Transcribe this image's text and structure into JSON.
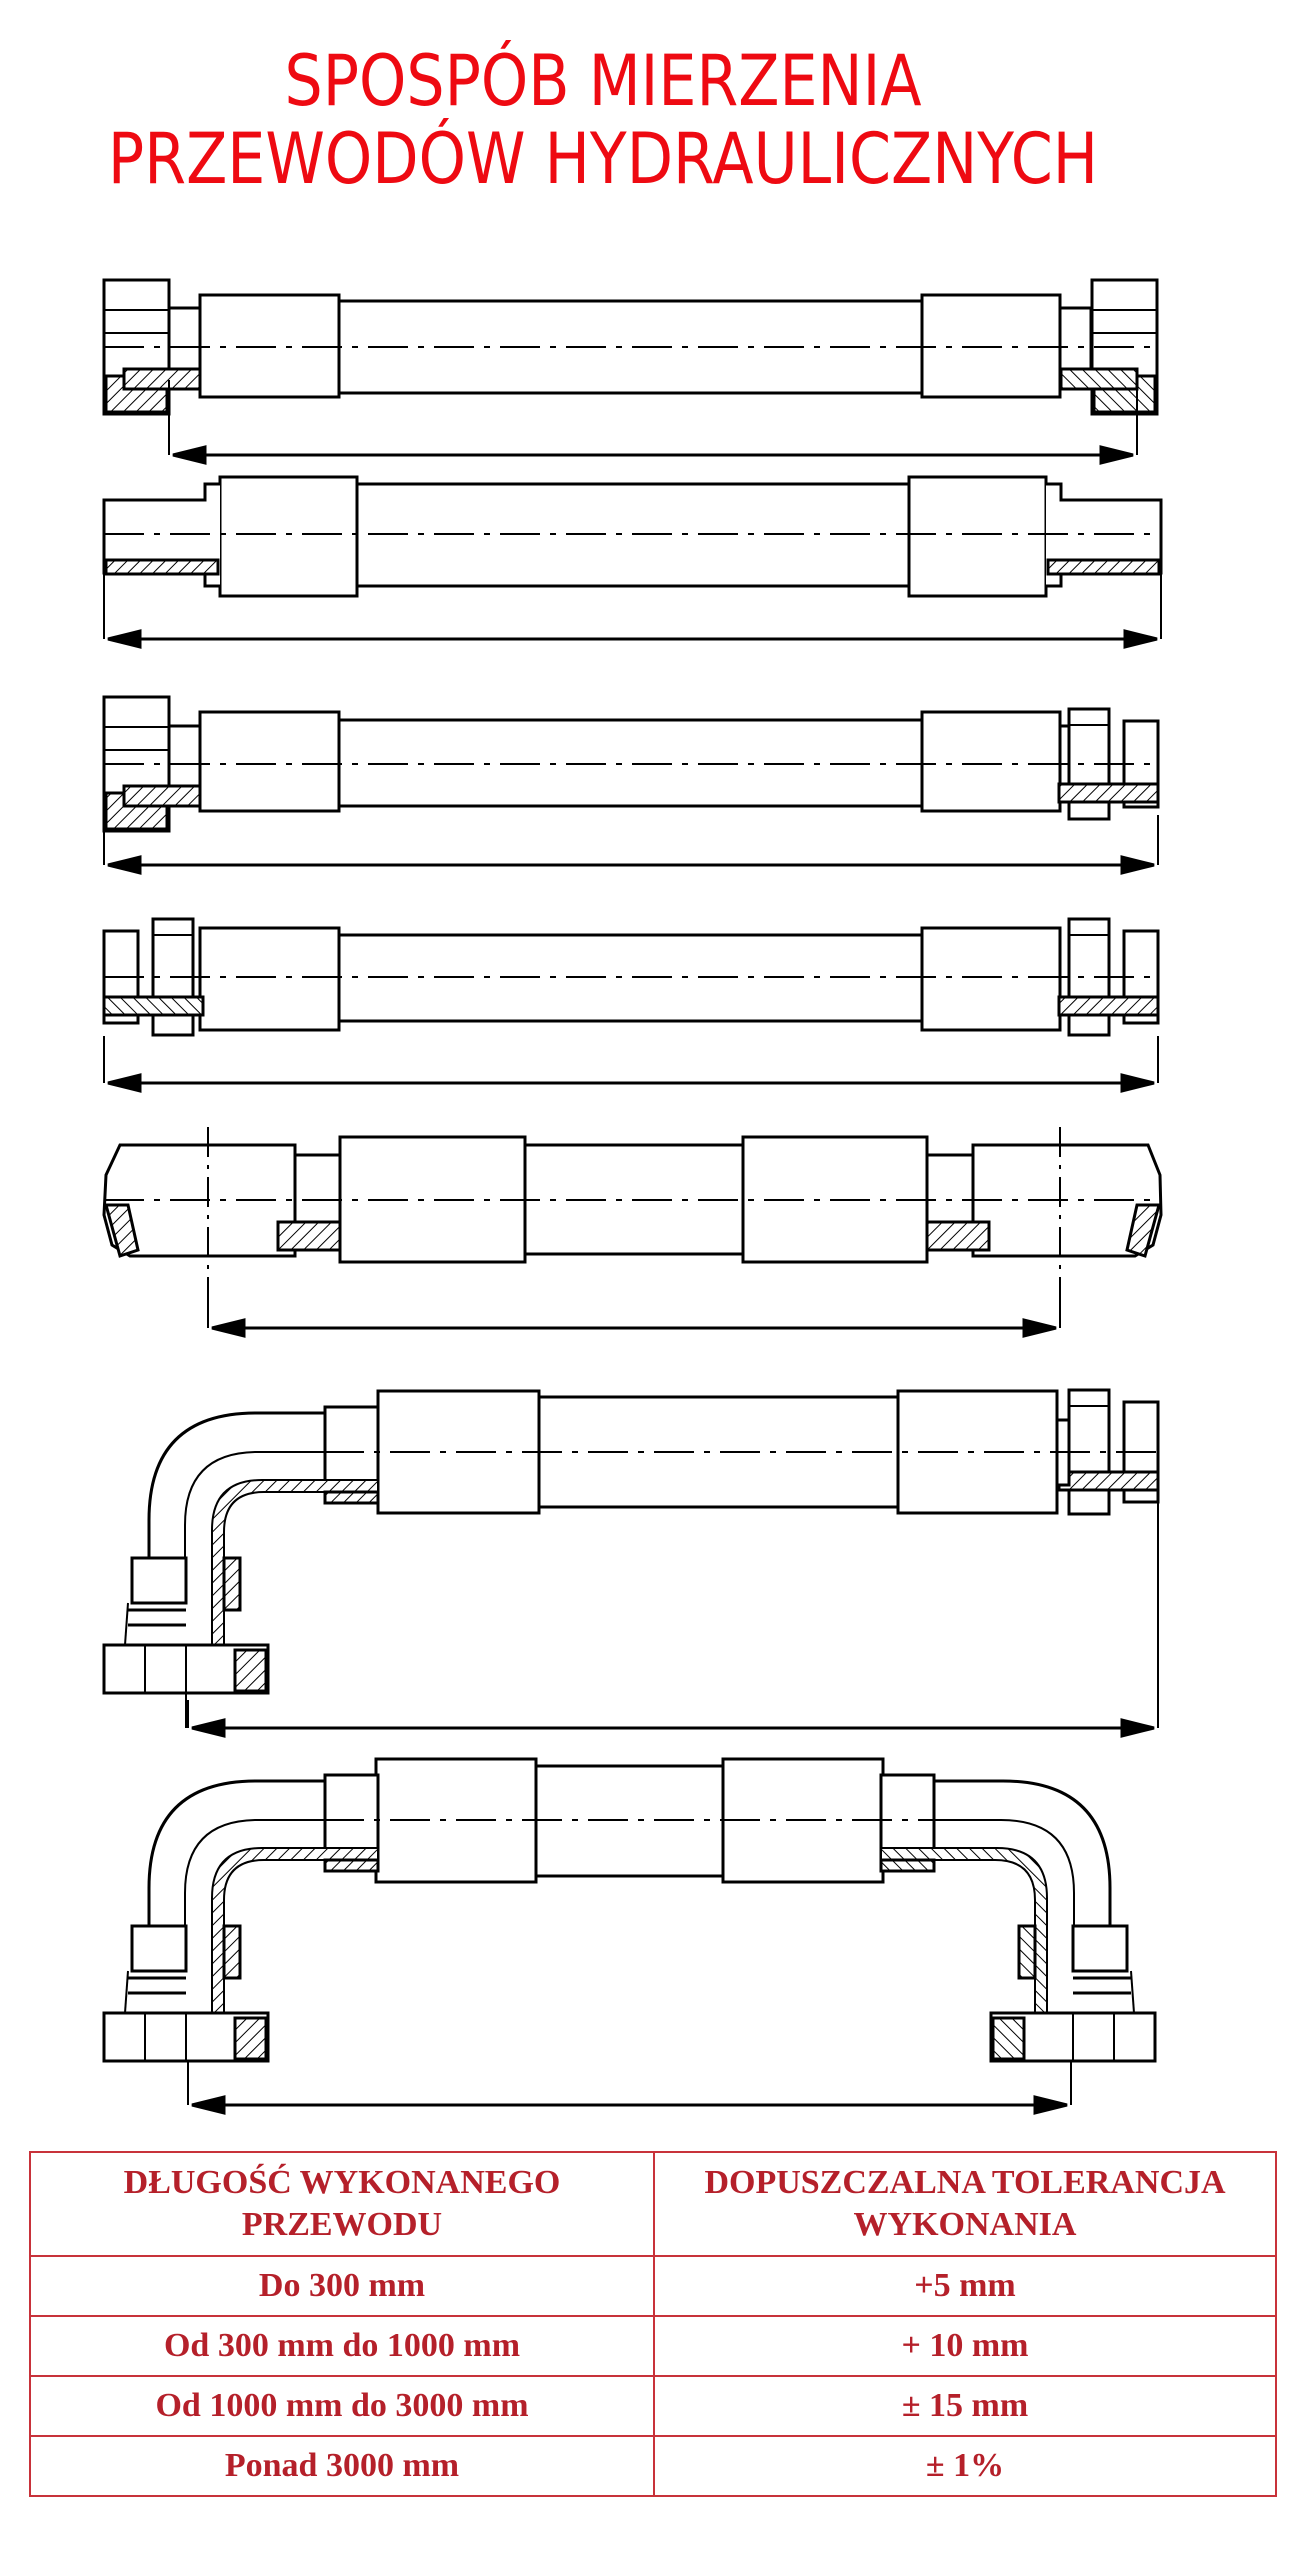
{
  "title": {
    "line1": "SPOSPÓB MIERZENIA",
    "line2": "PRZEWODÓW HYDRAULICZNYCH"
  },
  "table": {
    "headers": [
      "DŁUGOŚĆ WYKONANEGO PRZEWODU",
      "DOPUSZCZALNA TOLERANCJA WYKONANIA"
    ],
    "rows": [
      {
        "length": "Do 300 mm",
        "tolerance": "+5 mm"
      },
      {
        "length": "Od 300 mm do 1000 mm",
        "tolerance": "+ 10 mm"
      },
      {
        "length": "Od 1000 mm do 3000 mm",
        "tolerance": "± 15 mm"
      },
      {
        "length": "Ponad 3000 mm",
        "tolerance": "±  1%"
      }
    ]
  },
  "colors": {
    "title": "#ee0a12",
    "table_text": "#b5202a",
    "table_border": "#c8323a",
    "line": "#000000"
  }
}
